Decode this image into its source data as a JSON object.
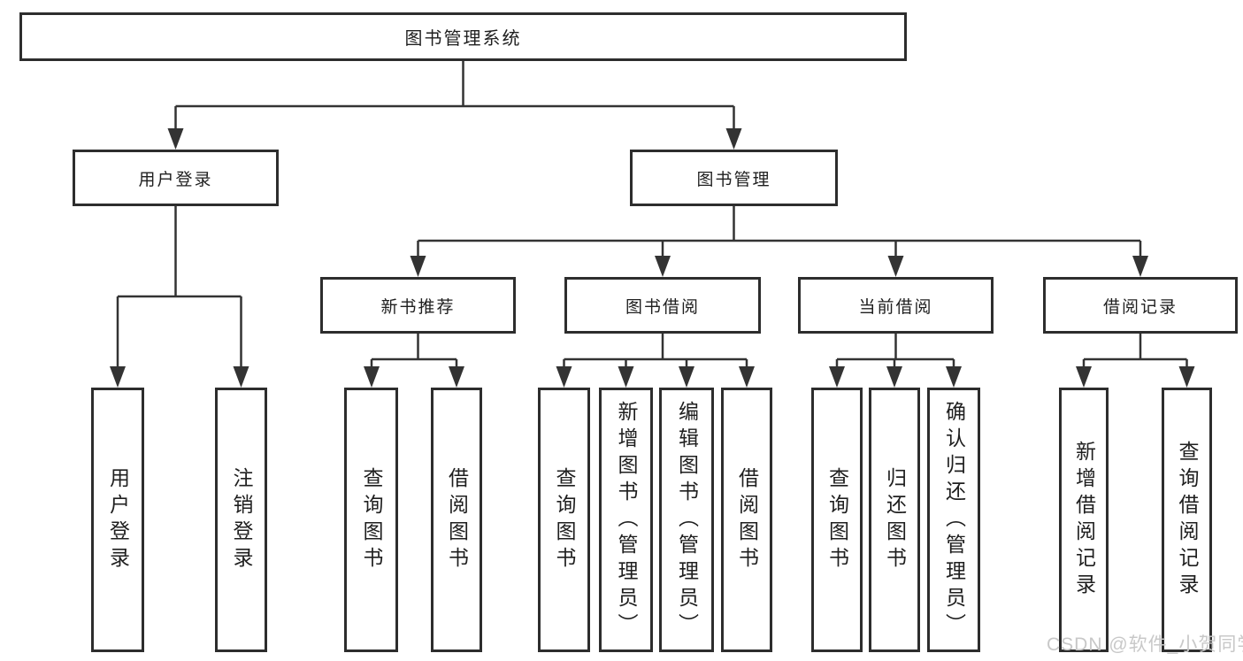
{
  "diagram": {
    "root": {
      "label": "图书管理系统"
    },
    "level2": [
      {
        "label": "用户登录"
      },
      {
        "label": "图书管理"
      }
    ],
    "level3": [
      {
        "label": "新书推荐"
      },
      {
        "label": "图书借阅"
      },
      {
        "label": "当前借阅"
      },
      {
        "label": "借阅记录"
      }
    ],
    "leaves": [
      {
        "label": "用户登录"
      },
      {
        "label": "注销登录"
      },
      {
        "label": "查询图书"
      },
      {
        "label": "借阅图书"
      },
      {
        "label": "查询图书"
      },
      {
        "label": "新增图书（管理员）"
      },
      {
        "label": "编辑图书（管理员）"
      },
      {
        "label": "借阅图书"
      },
      {
        "label": "查询图书"
      },
      {
        "label": "归还图书"
      },
      {
        "label": "确认归还（管理员）"
      },
      {
        "label": "新增借阅记录"
      },
      {
        "label": "查询借阅记录"
      }
    ],
    "watermark": "CSDN @软件_小贺同学",
    "colors": {
      "line": "#333333",
      "border": "#2d2d2d",
      "text": "#1f1f1f",
      "watermark": "#c8c8c8",
      "background": "#ffffff"
    }
  }
}
